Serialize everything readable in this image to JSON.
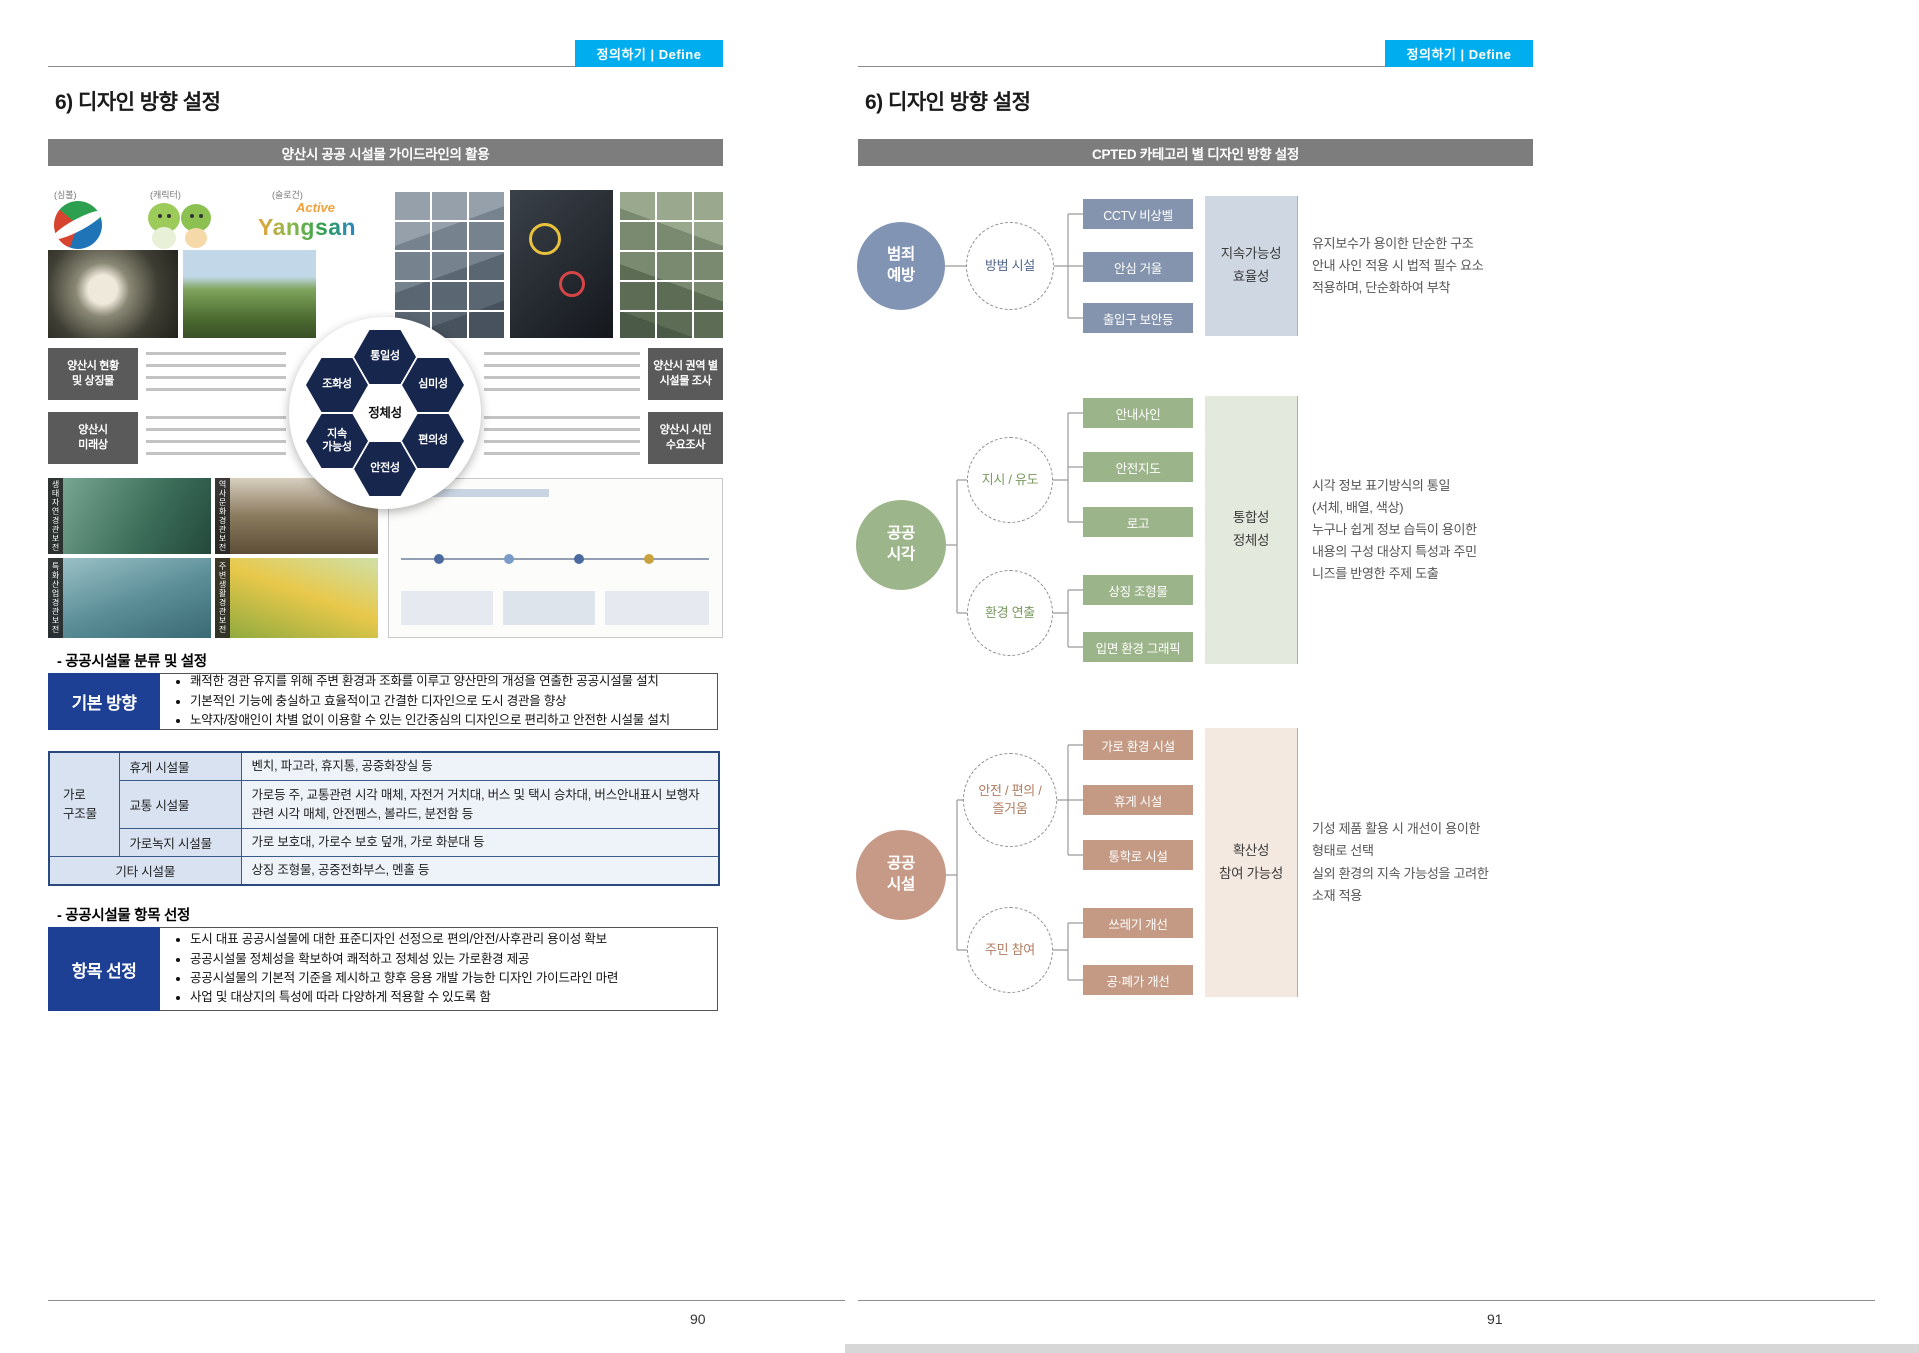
{
  "left": {
    "tab": "정의하기 | Define",
    "title": "6) 디자인 방향 설정",
    "section_bar": "양산시 공공 시설물 가이드라인의 활용",
    "collage": {
      "captions": [
        "(심볼)",
        "(캐릭터)",
        "(슬로건)"
      ],
      "logo_script": "Active",
      "logo_word": "Yangsan",
      "left_labels": [
        "양산시 현황\n및 상징물",
        "양산시\n미래상"
      ],
      "right_labels": [
        "양산시 권역 별\n시설물 조사",
        "양산시 시민\n수요조사"
      ],
      "photo_captions": [
        "생태자연경관보전",
        "역사문화경관보전",
        "특화산업경관보전",
        "주변생활경관보전"
      ],
      "hexagon": {
        "center": "정체성",
        "top": "통일성",
        "top_left": "조화성",
        "top_right": "심미성",
        "bottom_left": "지속\n가능성",
        "bottom_right": "편의성",
        "bottom": "안전성"
      }
    },
    "classification_heading": "- 공공시설물 분류 및 설정",
    "basic_direction": {
      "label": "기본 방향",
      "bullets": [
        "쾌적한 경관 유지를 위해 주변 환경과 조화를 이루고 양산만의 개성을 연출한 공공시설물 설치",
        "기본적인 기능에 충실하고 효율적이고 간결한 디자인으로 도시 경관을 향상",
        "노약자/장애인이 차별 없이 이용할 수 있는 인간중심의 디자인으로 편리하고 안전한 시설물 설치"
      ]
    },
    "facility_table": {
      "category": "가로\n구조물",
      "rows": [
        {
          "type": "휴게 시설물",
          "items": "벤치, 파고라, 휴지통, 공중화장실 등"
        },
        {
          "type": "교통 시설물",
          "items": "가로등 주, 교통관련 시각 매체, 자전거 거치대, 버스 및 택시 승차대, 버스안내표시 보행자 관련 시각 매체, 안전펜스, 볼라드, 분전함 등"
        },
        {
          "type": "가로녹지 시설물",
          "items": "가로 보호대, 가로수 보호 덮개, 가로 화분대 등"
        }
      ],
      "other": {
        "type": "기타 시설물",
        "items": "상징 조형물, 공중전화부스, 멘홀 등"
      }
    },
    "selection_heading": "- 공공시설물 항목 선정",
    "item_selection": {
      "label": "항목 선정",
      "bullets": [
        "도시 대표 공공시설물에 대한 표준디자인 선정으로 편의/안전/사후관리 용이성 확보",
        "공공시설물 정체성을 확보하여 쾌적하고 정체성 있는 가로환경 제공",
        "공공시설물의 기본적 기준을 제시하고 향후 응용 개발 가능한 디자인 가이드라인 마련",
        "사업 및 대상지의 특성에 따라 다양하게 적용할 수 있도록 함"
      ]
    },
    "page_number": "90"
  },
  "right": {
    "tab": "정의하기 | Define",
    "title": "6) 디자인 방향 설정",
    "section_bar": "CPTED 카테고리 별 디자인 방향 설정",
    "groups": [
      {
        "circle": "범죄\n예방",
        "clusters": [
          {
            "label": "방범 시설",
            "items": [
              "CCTV 비상벨",
              "안심 거울",
              "출입구 보안등"
            ]
          }
        ],
        "summary": "지속가능성\n효율성",
        "desc": "유지보수가 용이한 단순한 구조\n안내 사인 적용 시 법적 필수 요소\n적용하며, 단순화하여 부착"
      },
      {
        "circle": "공공\n시각",
        "clusters": [
          {
            "label": "지시 / 유도",
            "items": [
              "안내사인",
              "안전지도",
              "로고"
            ]
          },
          {
            "label": "환경 연출",
            "items": [
              "상징 조형물",
              "입면 환경 그래픽"
            ]
          }
        ],
        "summary": "통합성\n정체성",
        "desc": "시각 정보 표기방식의 통일\n(서체, 배열, 색상)\n누구나 쉽게 정보 습득이 용이한\n내용의 구성 대상지 특성과 주민\n니즈를 반영한 주제 도출"
      },
      {
        "circle": "공공\n시설",
        "clusters": [
          {
            "label": "안전 / 편의 /\n즐거움",
            "items": [
              "가로 환경 시설",
              "휴게 시설",
              "통학로 시설"
            ]
          },
          {
            "label": "주민 참여",
            "items": [
              "쓰레기 개선",
              "공·폐가 개선"
            ]
          }
        ],
        "summary": "확산성\n참여 가능성",
        "desc": "기성 제품 활용 시 개선이 용이한\n형태로 선택\n실외 환경의 지속 가능성을 고려한\n소재 적용"
      }
    ],
    "page_number": "91"
  },
  "colors": {
    "accent_cyan": "#00aeef",
    "bar_gray": "#7d7d7d",
    "label_blue": "#1d3f94",
    "crime_blue": "#8294b4",
    "visual_green": "#9db58a",
    "facility_tan": "#c69a86"
  }
}
